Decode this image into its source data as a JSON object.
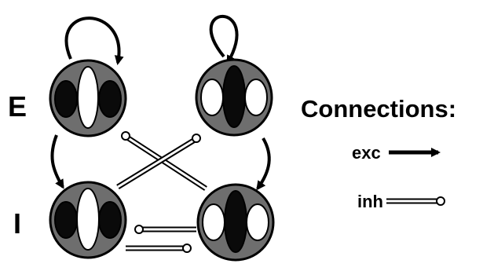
{
  "row_labels": {
    "excitatory": "E",
    "inhibitory": "I"
  },
  "legend": {
    "title": "Connections:",
    "items": [
      {
        "label": "exc",
        "symbol": "excitatory-arrow"
      },
      {
        "label": "inh",
        "symbol": "inhibitory-line-circle"
      }
    ]
  },
  "nodes": [
    {
      "id": "E1",
      "population": "E",
      "column": 1,
      "lobe_pattern": "dark-light-dark"
    },
    {
      "id": "E2",
      "population": "E",
      "column": 2,
      "lobe_pattern": "light-dark-light"
    },
    {
      "id": "I1",
      "population": "I",
      "column": 1,
      "lobe_pattern": "dark-light-dark"
    },
    {
      "id": "I2",
      "population": "I",
      "column": 2,
      "lobe_pattern": "light-dark-light"
    }
  ],
  "connections": [
    {
      "from": "E1",
      "to": "E1",
      "type": "exc"
    },
    {
      "from": "E2",
      "to": "E2",
      "type": "exc"
    },
    {
      "from": "E1",
      "to": "I1",
      "type": "exc"
    },
    {
      "from": "E2",
      "to": "I2",
      "type": "exc"
    },
    {
      "from": "I1",
      "to": "E2",
      "type": "inh"
    },
    {
      "from": "I2",
      "to": "E1",
      "type": "inh"
    },
    {
      "from": "I2",
      "to": "I1",
      "type": "inh"
    },
    {
      "from": "I1",
      "to": "I2",
      "type": "inh"
    }
  ],
  "colors": {
    "node_fill": "#6e6e6e",
    "lobe_dark": "#0a0a0a",
    "lobe_light": "#ffffff",
    "stroke": "#000000"
  }
}
